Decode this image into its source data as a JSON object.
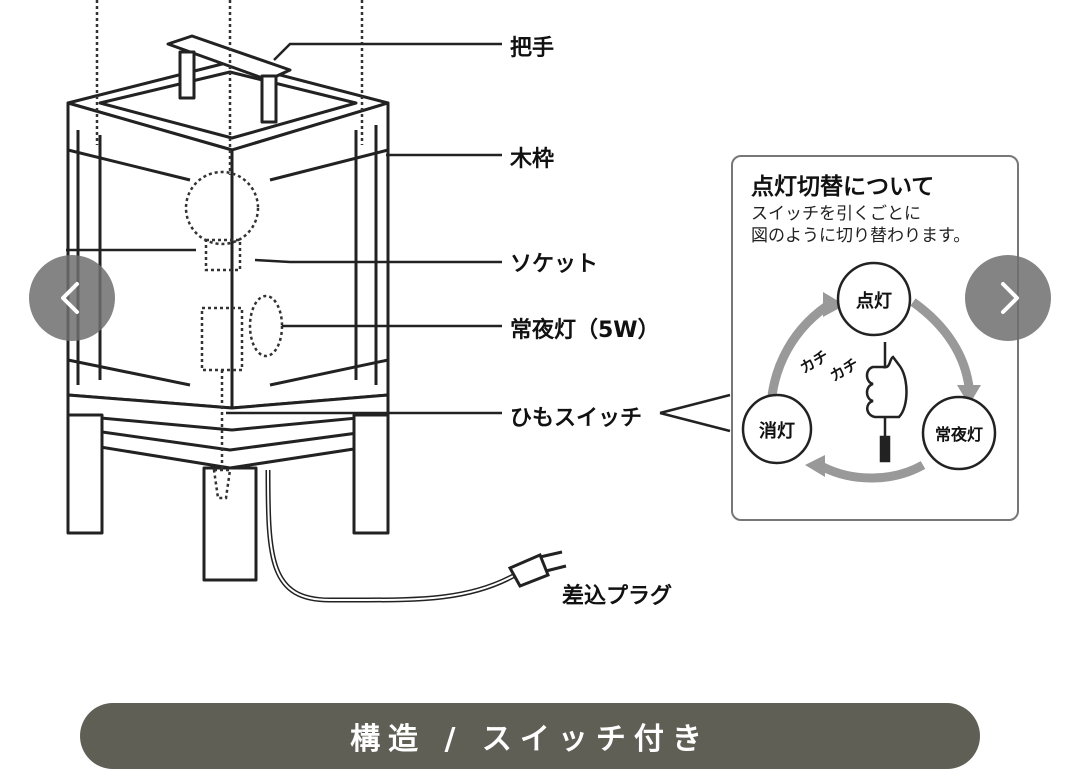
{
  "labels": {
    "handle": "把手",
    "wood_frame": "木枠",
    "socket": "ソケット",
    "night_light": "常夜灯（5W）",
    "pull_switch": "ひもスイッチ",
    "plug": "差込プラグ"
  },
  "switch_info": {
    "title": "点灯切替について",
    "line1": "スイッチを引くごとに",
    "line2": "図のように切り替わります。",
    "states": {
      "on": "点灯",
      "night": "常夜灯",
      "off": "消灯"
    },
    "sound_1": "カチ",
    "sound_2": "カチ"
  },
  "caption": "構造 / スイッチ付き",
  "icons": {
    "prev": "chevron-left-icon",
    "next": "chevron-right-icon"
  }
}
